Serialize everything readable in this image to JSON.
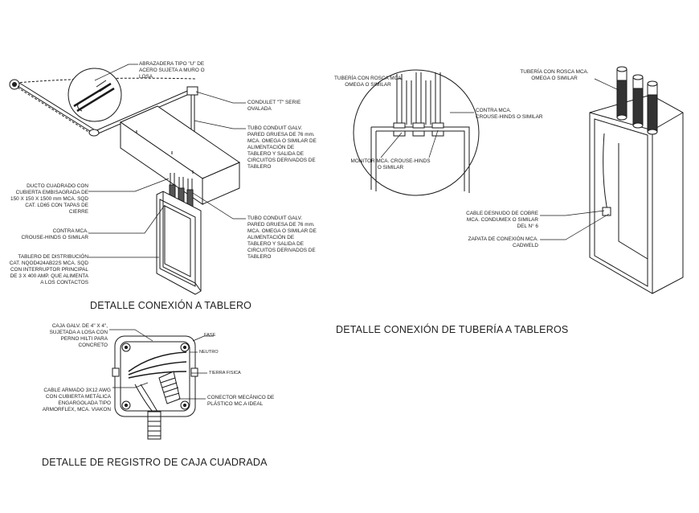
{
  "titles": {
    "tablero": "DETALLE CONEXIÓN A TABLERO",
    "tuberia": "DETALLE CONEXIÓN DE TUBERÍA A TABLEROS",
    "registro": "DETALLE DE REGISTRO DE CAJA CUADRADA"
  },
  "tablero": {
    "abrazadera": "ABRAZADERA TIPO \"U\" DE\nACERO SUJETA A MURO O\nLOSA",
    "condulet": "CONDULET \"T\" SERIE\nOVALADA",
    "tubo_sup": "TUBO CONDUIT GALV.\nPARED GRUESA DE 76 mm.\nMCA. OMEGA O SIMILAR DE\nALIMENTACIÓN DE\nTABLERO Y SALIDA DE\nCIRCUITOS DERIVADOS DE\nTABLERO",
    "ducto": "DUCTO CUADRADO CON\nCUBIERTA EMBISAGRADA DE\n150 X 150 X 1500 mm MCA. SQD\nCAT. LD65 CON TAPAS DE\nCIERRE",
    "contra": "CONTRA MCA.\nCROUSE-HINDS O SIMILAR",
    "tablero_dist": "TABLERO DE DISTRIBUCIÓN\nCAT. NQOD424AB22S MCA. SQD\nCON INTERRUPTOR PRINCIPAL\nDE 3 X 400 AMP. QUE ALIMENTA\nA LOS CONTACTOS",
    "tubo_inf": "TUBO CONDUIT GALV.\nPARED GRUESA DE 76 mm.\nMCA. OMEGA O SIMILAR DE\nALIMENTACIÓN DE\nTABLERO Y SALIDA DE\nCIRCUITOS DERIVADOS DE\nTABLERO"
  },
  "tuberia": {
    "tuberia_rosca": "TUBERÍA CON ROSCA MCA.\nOMEGA O SIMILAR",
    "contra": "CONTRA MCA.\nCROUSE-HINDS O SIMILAR",
    "monitor": "MONITOR MCA. CROUSE-HINDS\nO SIMILAR",
    "tuberia_rosca_der": "TUBERÍA CON ROSCA MCA.\nOMEGA O SIMILAR",
    "cable": "CABLE DESNUDO DE COBRE\nMCA. CONDUMEX O SIMILAR\nDEL N° 6",
    "zapata": "ZAPATA DE CONEXIÓN MCA.\nCADWELD"
  },
  "registro": {
    "caja": "CAJA GALV. DE 4\" X 4\",\nSUJETADA A LOSA CON\nPERNO HILTI PARA\nCONCRETO",
    "fase": "FASE",
    "neutro": "NEUTRO",
    "tierra": "TIERRA FISICA",
    "conector": "CONECTOR MECÁNICO DE\nPLÁSTICO MC.A IDEAL",
    "cable": "CABLE ARMADO 3X12 AWG\nCON CUBIERTA METÁLICA\nENGARGOLADA TIPO\nARMORFLEX, MCA. VIAKON"
  }
}
